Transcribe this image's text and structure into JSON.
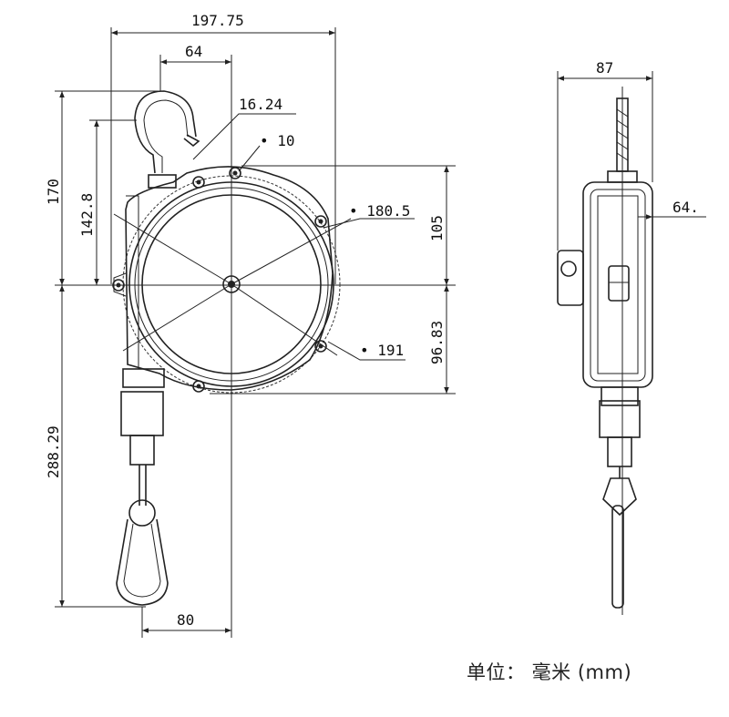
{
  "dimensions": {
    "overall_width": "197.75",
    "hook_width": "64",
    "hook_offset": "16.24",
    "hole_dia": "• 10",
    "drum_dia": "• 180.5",
    "outer_dia": "• 191",
    "top_height": "105",
    "bottom_height": "96.83",
    "hook_height": "170",
    "hook_inner_height": "142.8",
    "lower_length": "288.29",
    "carabiner_offset": "80",
    "side_width": "87",
    "side_cable": "64."
  },
  "unit_label": "单位： 毫米 (mm)"
}
